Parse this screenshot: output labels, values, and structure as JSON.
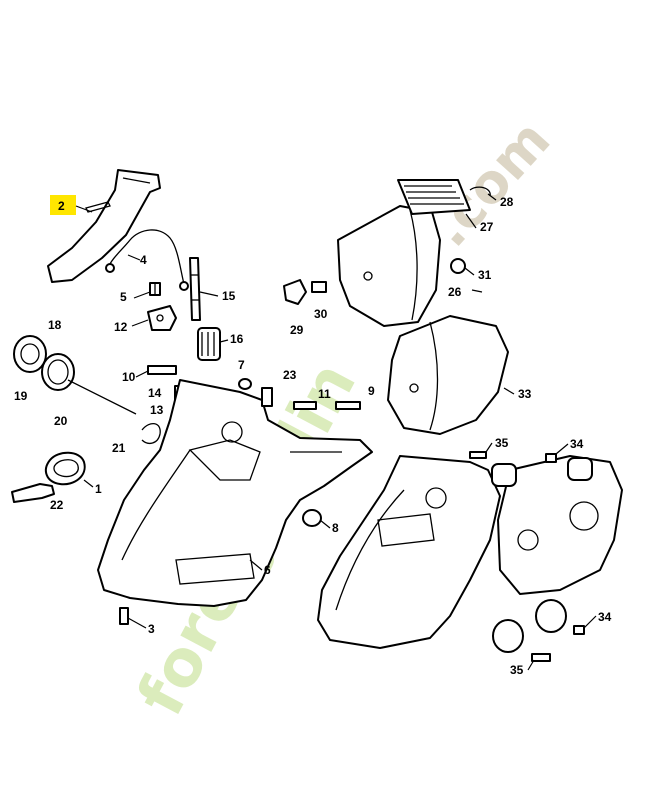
{
  "diagram": {
    "highlight_color": "#ffe600",
    "watermark": {
      "domain": "foretjardin",
      "tld": ".com",
      "colors": {
        "green": "#cfe6a6",
        "orange": "#f0b070",
        "tan": "#cfc6ae"
      }
    },
    "callouts": {
      "c1": "1",
      "c2": "2",
      "c3": "3",
      "c4": "4",
      "c5": "5",
      "c6": "6",
      "c7": "7",
      "c8": "8",
      "c9": "9",
      "c10": "10",
      "c11": "11",
      "c12": "12",
      "c13": "13",
      "c14": "14",
      "c15": "15",
      "c16": "16",
      "c18": "18",
      "c19": "19",
      "c20": "20",
      "c21": "21",
      "c22": "22",
      "c23": "23",
      "c26": "26",
      "c27": "27",
      "c28": "28",
      "c29": "29",
      "c30": "30",
      "c31": "31",
      "c33": "33",
      "c34a": "34",
      "c34b": "34",
      "c35a": "35",
      "c35b": "35"
    }
  }
}
